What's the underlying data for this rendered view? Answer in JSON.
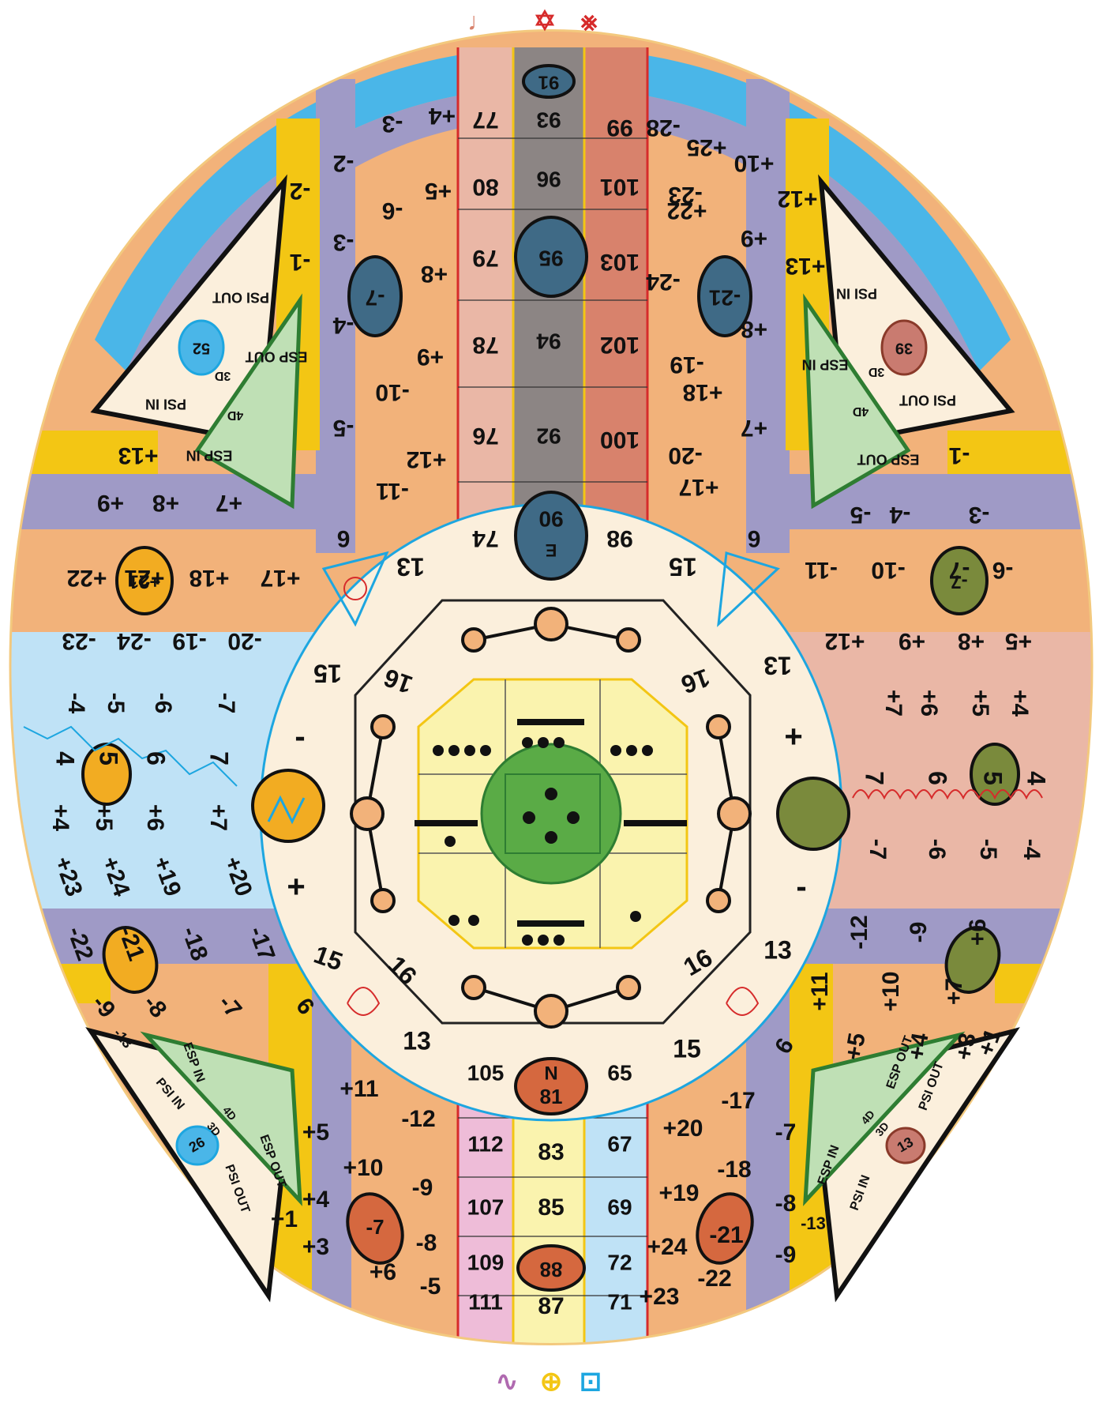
{
  "colors": {
    "outline": "#111111",
    "cream": "#fbefdc",
    "orange": "#f2b27a",
    "purple": "#9f9ac6",
    "yellow": "#f3c614",
    "sky": "#4ab6e8",
    "lightblue": "#bfe2f6",
    "pink_salmon": "#eab7a6",
    "gray": "#8c8584",
    "terracotta": "#d8826c",
    "pink": "#eebcd8",
    "paleyellow": "#faf3ae",
    "green": "#5aab46",
    "lightgreen": "#bfe0b5",
    "olive": "#7a8a3c",
    "teal": "#3f6a86",
    "gold": "#f2ac22",
    "brick": "#d5683f",
    "red": "#d62b2b",
    "blue": "#1da6e0"
  },
  "top_symbols": {
    "left": "♩",
    "center": "✡",
    "right": "⨳"
  },
  "bottom_symbols": {
    "left": "∿",
    "center": "⊕",
    "right": "⊡"
  },
  "center_strips_top": {
    "left_pink": [
      "77",
      "80",
      "79",
      "78",
      "76",
      "74"
    ],
    "gray": [
      "93",
      "96",
      "94",
      "92"
    ],
    "gray_ovals": [
      "91",
      "95",
      "90"
    ],
    "gray_e": "E",
    "right_terracotta": [
      "99",
      "101",
      "103",
      "102",
      "100",
      "98"
    ]
  },
  "center_strips_bottom": {
    "left_pink": [
      "105",
      "112",
      "107",
      "109",
      "111"
    ],
    "yellow": [
      "83",
      "85",
      "87"
    ],
    "yellow_ovals": [
      "81",
      "88"
    ],
    "yellow_n": "N",
    "right_blue": [
      "65",
      "67",
      "69",
      "72",
      "71"
    ]
  },
  "quadrant_upper_left": {
    "outer_col": [
      "+4",
      "+5",
      "+8",
      "+9",
      "+12"
    ],
    "inner_col": [
      "-3",
      "-6",
      "-10",
      "-11"
    ],
    "purple_col": [
      "-2",
      "-3",
      "-4",
      "-5",
      "6"
    ],
    "yellow_col": [
      "-2",
      "-1",
      "+13"
    ],
    "oval": "-7",
    "row_purple": [
      "+9",
      "+8",
      "+7"
    ],
    "row_orange_a": [
      "+22",
      "+21",
      "+18",
      "+17"
    ],
    "row_orange_b": [
      "-23",
      "-24",
      "-19",
      "-20"
    ],
    "cream_numbers": [
      "13",
      "15",
      "16"
    ],
    "triangle": {
      "psi_out": "PSI OUT",
      "esp_out": "ESP OUT",
      "psi_in": "PSI IN",
      "esp_in": "ESP IN",
      "d3": "3D",
      "d4": "4D",
      "value": "52"
    }
  },
  "quadrant_upper_right": {
    "outer_col": [
      "-28",
      "+25",
      "+22",
      "-24",
      "-19",
      "+18",
      "+17"
    ],
    "inner_col": [
      "-23",
      "-20"
    ],
    "purple_col": [
      "+10",
      "+9",
      "+8",
      "+7",
      "6"
    ],
    "yellow_col": [
      "+12",
      "+13",
      "-1"
    ],
    "oval": "-21",
    "row_purple": [
      "-5",
      "-4",
      "-3"
    ],
    "row_orange_a": [
      "-11",
      "-10",
      "-7",
      "-6"
    ],
    "row_orange_b": [
      "+12",
      "+9",
      "+8",
      "+5"
    ],
    "cream_numbers": [
      "15",
      "13",
      "16"
    ],
    "triangle": {
      "psi_in": "PSI IN",
      "esp_in": "ESP IN",
      "psi_out": "PSI OUT",
      "esp_out": "ESP OUT",
      "d3": "3D",
      "d4": "4D",
      "value": "39"
    }
  },
  "equator_left": {
    "row_a": [
      "-4",
      "-5",
      "-6",
      "-7"
    ],
    "row_b": [
      "4",
      "5",
      "6",
      "7"
    ],
    "row_c": [
      "+4",
      "+5",
      "+6",
      "+7"
    ],
    "minus": "-",
    "plus": "+"
  },
  "equator_right": {
    "row_a": [
      "+7",
      "+6",
      "+5",
      "+4"
    ],
    "row_b": [
      "7",
      "6",
      "5",
      "4"
    ],
    "row_c": [
      "-7",
      "-6",
      "-5",
      "-4"
    ],
    "plus": "+",
    "minus": "-"
  },
  "quadrant_lower_left": {
    "row_orange_a": [
      "+23",
      "+24",
      "+19",
      "+20"
    ],
    "row_orange_b": [
      "-22",
      "-21",
      "-18",
      "-17"
    ],
    "row_purple": [
      "-9",
      "-8",
      "-7",
      "6"
    ],
    "yellow": "-13",
    "outer_col": [
      "+11",
      "+10",
      "+6"
    ],
    "inner_col": [
      "-12",
      "-9",
      "-8",
      "-5"
    ],
    "purple_col": [
      "+5",
      "+4",
      "+3"
    ],
    "yellow_col": [
      "+1"
    ],
    "oval": "-7",
    "cream_numbers": [
      "15",
      "16",
      "13"
    ],
    "triangle": {
      "esp_in": "ESP IN",
      "psi_in": "PSI IN",
      "esp_out": "ESP OUT",
      "psi_out": "PSI OUT",
      "d3": "3D",
      "d4": "4D",
      "value": "26"
    }
  },
  "quadrant_lower_right": {
    "row_orange_a": [
      "-12",
      "-9",
      "+6"
    ],
    "row_orange_b": [
      "+11",
      "+10",
      "+7"
    ],
    "row_purple": [
      "+5",
      "+4",
      "+3"
    ],
    "yellow": "+1",
    "outer_col": [
      "+20",
      "+19",
      "+24",
      "+23"
    ],
    "inner_col": [
      "-17",
      "-18",
      "-21",
      "-22"
    ],
    "purple_col": [
      "6",
      "-7",
      "-8",
      "-9"
    ],
    "yellow_col": [
      "-13"
    ],
    "cream_numbers": [
      "16",
      "13",
      "15"
    ],
    "triangle": {
      "esp_out": "ESP OUT",
      "psi_out": "PSI OUT",
      "esp_in": "ESP IN",
      "psi_in": "PSI IN",
      "d3": "3D",
      "d4": "4D",
      "value": "13"
    }
  }
}
